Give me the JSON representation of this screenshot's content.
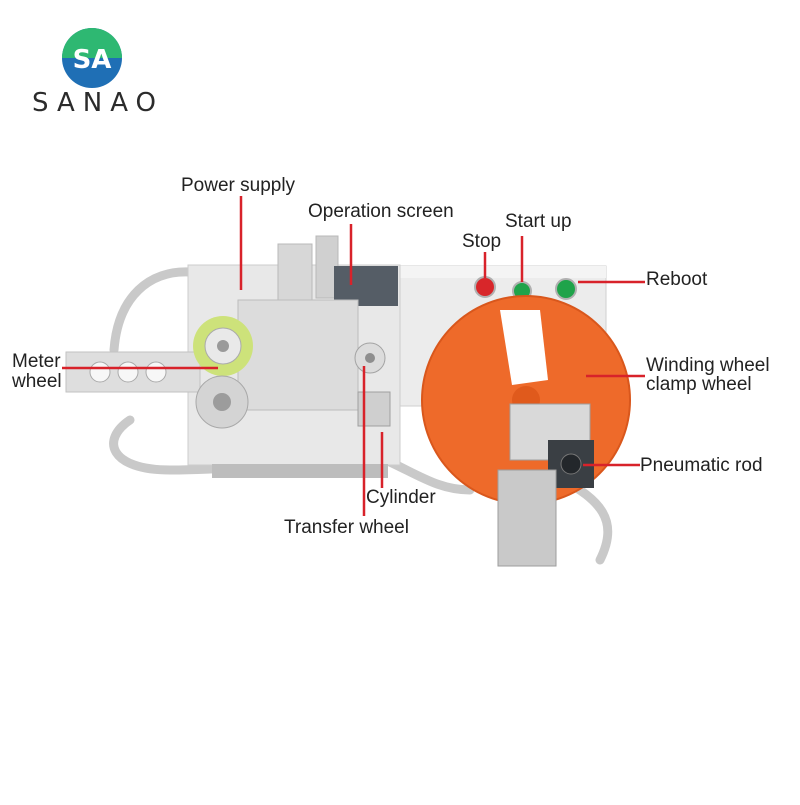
{
  "logo": {
    "mark": "SA",
    "brand": "SANAO",
    "colors": {
      "green": "#2eb872",
      "blue": "#1f6fb5"
    }
  },
  "labels": {
    "power_supply": "Power supply",
    "operation_screen": "Operation screen",
    "start_up": "Start up",
    "stop": "Stop",
    "reboot": "Reboot",
    "meter_wheel_line1": "Meter",
    "meter_wheel_line2": "wheel",
    "winding_line1": "Winding wheel",
    "winding_line2": "clamp wheel",
    "pneumatic_rod": "Pneumatic rod",
    "cylinder": "Cylinder",
    "transfer_wheel": "Transfer wheel"
  },
  "colors": {
    "leader": "#d8222a",
    "disc": "#ee6a2a",
    "stop_button": "#d8262a",
    "start_button": "#1fa34a",
    "body": "#e9e9e9"
  }
}
